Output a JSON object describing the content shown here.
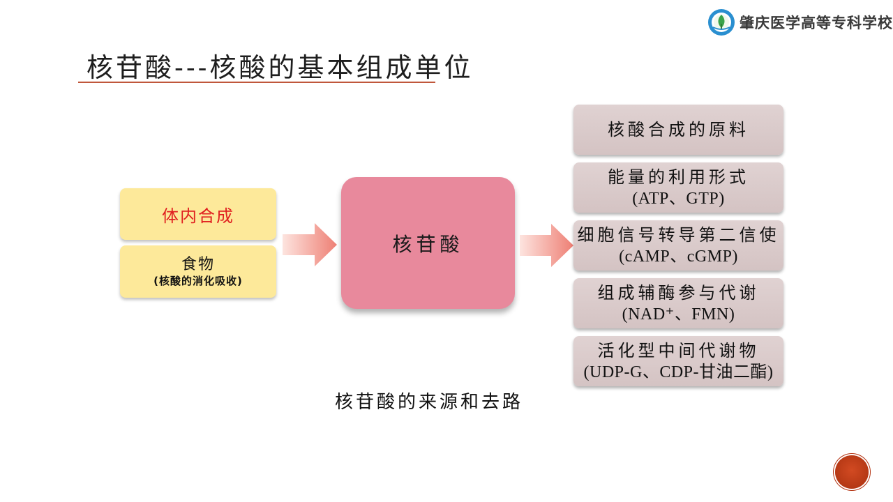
{
  "logo": {
    "icon": "school-emblem-icon",
    "text": "肇庆医学高等专科学校"
  },
  "title": "核苷酸---核酸的基本组成单位",
  "sources": {
    "synthesis": "体内合成",
    "food": "食物",
    "food_note": "(核酸的消化吸收)"
  },
  "center": "核苷酸",
  "uses": [
    {
      "line1": "核酸合成的原料",
      "line2": ""
    },
    {
      "line1": "能量的利用形式",
      "line2": "(ATP、GTP)"
    },
    {
      "line1": "细胞信号转导第二信使",
      "line2": "(cAMP、cGMP)"
    },
    {
      "line1": "组成辅酶参与代谢",
      "line2": "(NAD⁺、FMN)"
    },
    {
      "line1": "活化型中间代谢物",
      "line2": "(UDP-G、CDP-甘油二酯)"
    }
  ],
  "caption": "核苷酸的来源和去路",
  "colors": {
    "accent_rule": "#c0573b",
    "source_fill": "#fde99a",
    "synthesis_text": "#e02020",
    "center_fill": "#e8899c",
    "use_fill": "#d9caca",
    "arrow": "#f08f86"
  }
}
